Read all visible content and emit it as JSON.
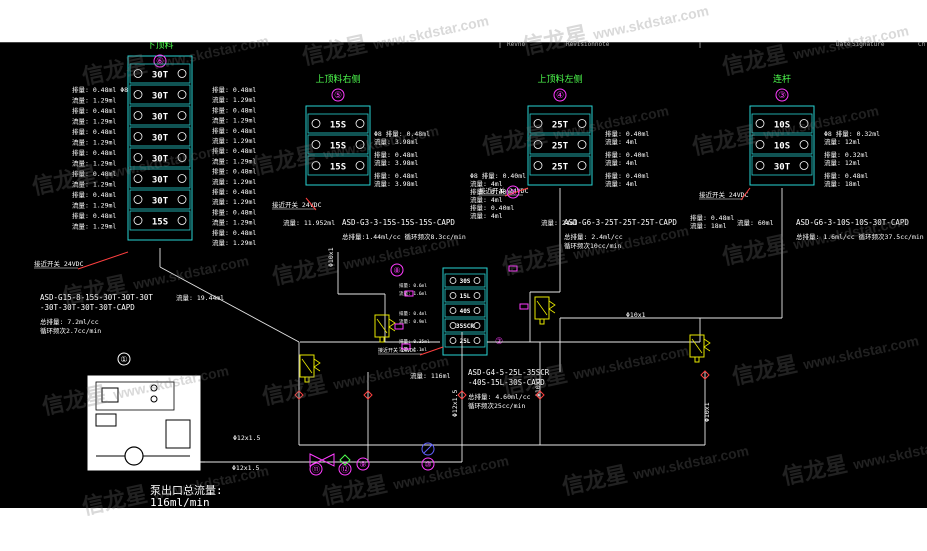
{
  "header": {
    "rev_labels": [
      "Revno",
      "Revisionnote",
      "Date",
      "Signature",
      "Ch"
    ]
  },
  "colors": {
    "block_outline": "#29d3d3",
    "title_green": "#4fff4f",
    "circle_magenta": "#ff3cff",
    "text_white": "#ffffff",
    "pipe_white": "#e8e8e8",
    "valve_yellow": "#e8e800",
    "line_red": "#ff4040"
  },
  "blocks": [
    {
      "id": "b6",
      "title": "下顶料",
      "number": "⑥",
      "outlets": [
        "30T",
        "30T",
        "30T",
        "30T",
        "30T",
        "30T",
        "30T",
        "15S"
      ],
      "left_labels": [
        "排量: 0.48ml Φ8",
        "流量: 1.29ml",
        "排量: 0.48ml",
        "流量: 1.29ml",
        "排量: 0.48ml",
        "流量: 1.29ml",
        "排量: 0.48ml",
        "流量: 1.29ml",
        "排量: 0.48ml",
        "流量: 1.29ml",
        "排量: 0.48ml",
        "流量: 1.29ml",
        "排量: 0.48ml",
        "流量: 1.29ml"
      ],
      "right_labels": [
        "排量: 0.48ml",
        "流量: 1.29ml",
        "排量: 0.48ml",
        "流量: 1.29ml",
        "排量: 0.48ml",
        "流量: 1.29ml",
        "排量: 0.48ml",
        "流量: 1.29ml",
        "排量: 0.48ml",
        "流量: 1.29ml",
        "排量: 0.48ml",
        "流量: 1.29ml",
        "排量: 0.48ml",
        "流量: 1.29ml",
        "排量: 0.48ml",
        "流量: 1.29ml"
      ],
      "switch": "接近开关 24VDC",
      "model": "ASD-G15-8-15S-30T-30T-30T\n-30T-30T-30T-30T-CAPD",
      "specs": [
        "总排量: 7.2ml/cc",
        "循环频次2.7cc/min"
      ],
      "flow": "流量: 19.44ml"
    },
    {
      "id": "b5",
      "title": "上顶料右侧",
      "number": "⑤",
      "outlets": [
        "15S",
        "15S",
        "15S"
      ],
      "right_labels": [
        "Φ8  排量: 0.48ml",
        "流量: 3.98ml",
        "排量: 0.48ml",
        "流量: 3.98ml",
        "排量: 0.48ml",
        "流量: 3.98ml"
      ],
      "switch": "接近开关 24VDC",
      "model": "ASD-G3-3-15S-15S-15S-CAPD",
      "specs": [
        "总排量:1.44ml/cc 循环频次8.3cc/min"
      ],
      "flow": "流量: 11.952ml"
    },
    {
      "id": "b4",
      "title": "上顶料左侧",
      "number": "④",
      "outlets": [
        "25T",
        "25T",
        "25T"
      ],
      "left_labels": [
        "Φ8 排量: 0.40ml",
        "流量: 4ml",
        "排量: 0.40ml",
        "流量: 4ml",
        "排量: 0.40ml",
        "流量: 4ml"
      ],
      "right_labels": [
        "排量: 0.40ml",
        "流量: 4ml",
        "排量: 0.40ml",
        "流量: 4ml",
        "排量: 0.40ml",
        "流量: 4ml"
      ],
      "switch": "接近开关 24VDC",
      "model": "ASD-G6-3-25T-25T-25T-CAPD",
      "specs": [
        "总排量: 2.4ml/cc",
        "循环频次10cc/min"
      ],
      "flow": "流量: 24ml"
    },
    {
      "id": "b3",
      "title": "连杆",
      "number": "③",
      "outlets": [
        "10S",
        "10S",
        "30T"
      ],
      "right_labels": [
        "Φ8  排量: 0.32ml",
        "流量: 12ml",
        "排量: 0.32ml",
        "流量: 12ml",
        "排量: 0.48ml",
        "流量: 18ml"
      ],
      "left_labels": [
        "排量: 0.48ml",
        "流量: 18ml"
      ],
      "switch": "接近开关 24VDC",
      "model": "ASD-G6-3-10S-10S-30T-CAPD",
      "specs": [
        "总排量: 1.6ml/cc 循环频次37.5cc/min"
      ],
      "flow": "流量: 60ml"
    },
    {
      "id": "b2",
      "number": "②",
      "outlets": [
        "30S",
        "15L",
        "40S",
        "35SCR",
        "25L"
      ],
      "side_labels": [
        "排量: 0.6ml",
        "流量: 1.6ml",
        "排量: 0.4ml",
        "流量: 0.9ml",
        "排量: 0.35ml",
        "流量: 1.1ml"
      ],
      "switch": "接近开关 24VDC",
      "model": "ASD-G4-5-25L-35SCR\n-40S-15L-30S-CAPD",
      "specs": [
        "总排量: 4.60ml/cc",
        "循环频次25cc/min"
      ],
      "flow": "流量: 116ml"
    }
  ],
  "pipes": [
    "Φ10x1",
    "Φ10x1",
    "Φ10x1",
    "Φ12x1.5",
    "Φ12x1.5",
    "Φ12x1.5",
    "Φ10x1"
  ],
  "component_numbers": [
    "⑦",
    "⑧",
    "⑨",
    "⑩",
    "⑪",
    "⑫",
    "①"
  ],
  "pump_caption": {
    "line1": "泵出口总流量:",
    "line2": "116ml/min"
  },
  "watermark": {
    "brand": "信龙星",
    "url": "www.skdstar.com"
  }
}
